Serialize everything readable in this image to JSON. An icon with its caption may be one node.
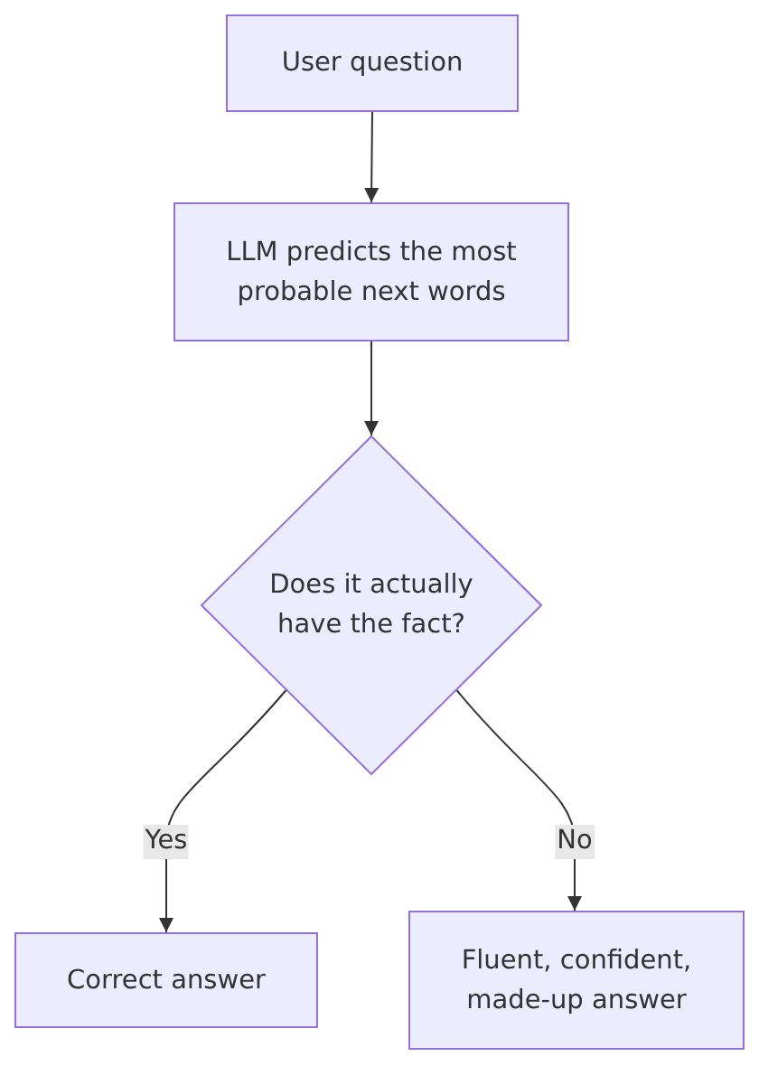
{
  "diagram": {
    "nodes": [
      {
        "text": [
          "User question"
        ]
      },
      {
        "text": [
          "LLM predicts the most probable next words"
        ]
      },
      {
        "text": [
          "Does it actually have the fact?"
        ]
      },
      {
        "text": [
          "Correct answer"
        ]
      },
      {
        "text": [
          "Fluent, confident, made-up answer"
        ]
      }
    ],
    "edges": [
      {
        "from": 0,
        "to": 1,
        "arrow": "to"
      },
      {
        "from": 1,
        "to": 2,
        "arrow": "to"
      },
      {
        "from": 2,
        "to": 3,
        "arrow": "to",
        "label": "Yes"
      },
      {
        "from": 2,
        "to": 4,
        "arrow": "to",
        "label": "No"
      }
    ]
  }
}
